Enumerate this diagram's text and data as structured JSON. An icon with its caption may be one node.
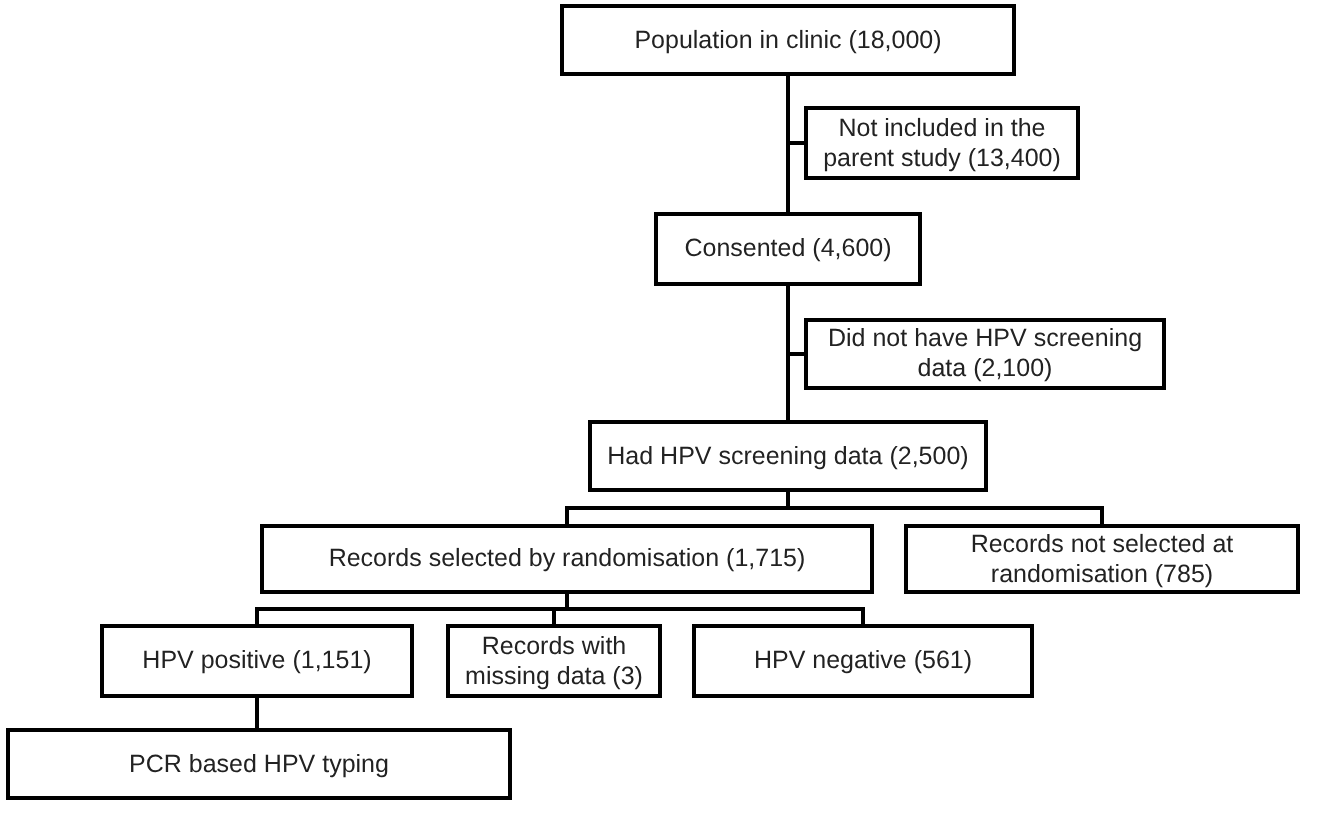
{
  "diagram": {
    "nodes": [
      {
        "text": [
          "Population in clinic (18,000)"
        ]
      },
      {
        "text": [
          "Not included in the parent study (13,400)"
        ]
      },
      {
        "text": [
          "Consented (4,600)"
        ]
      },
      {
        "text": [
          "Did not have HPV screening data (2,100)"
        ]
      },
      {
        "text": [
          "Had HPV screening data (2,500)"
        ]
      },
      {
        "text": [
          "Records selected by randomisation (1,715)"
        ]
      },
      {
        "text": [
          "Records not selected at randomisation (785)"
        ]
      },
      {
        "text": [
          "HPV positive (1,151)"
        ]
      },
      {
        "text": [
          "Records with missing data (3)"
        ]
      },
      {
        "text": [
          "HPV negative (561)"
        ]
      },
      {
        "text": [
          "PCR based HPV typing"
        ]
      }
    ],
    "edges": [
      {
        "from": 0,
        "to": 1,
        "arrow": "none"
      },
      {
        "from": 0,
        "to": 2,
        "arrow": "none"
      },
      {
        "from": 2,
        "to": 3,
        "arrow": "none"
      },
      {
        "from": 2,
        "to": 4,
        "arrow": "none"
      },
      {
        "from": 4,
        "to": 5,
        "arrow": "none"
      },
      {
        "from": 4,
        "to": 6,
        "arrow": "none"
      },
      {
        "from": 5,
        "to": 7,
        "arrow": "none"
      },
      {
        "from": 5,
        "to": 8,
        "arrow": "none"
      },
      {
        "from": 5,
        "to": 9,
        "arrow": "none"
      },
      {
        "from": 7,
        "to": 10,
        "arrow": "none"
      }
    ]
  }
}
